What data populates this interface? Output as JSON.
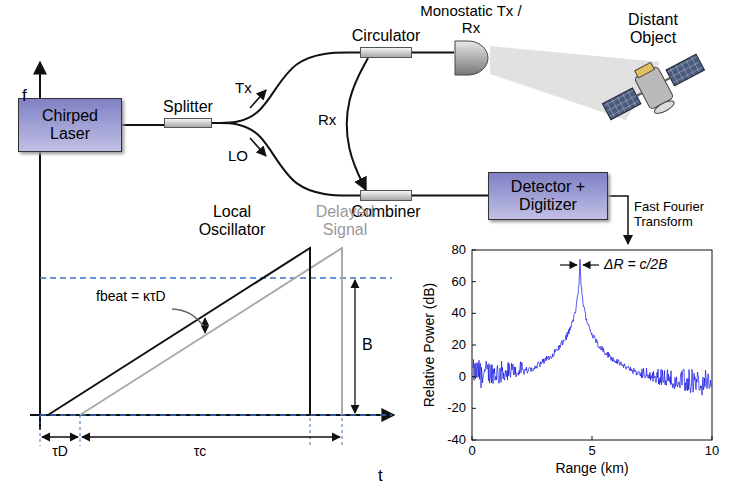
{
  "diagram": {
    "nodes": [
      {
        "text": [
          "Chirped Laser"
        ]
      },
      {
        "text": [
          "Splitter"
        ]
      },
      {
        "text": [
          "Circulator"
        ]
      },
      {
        "text": [
          "Monostatic Tx / Rx"
        ]
      },
      {
        "text": [
          "Distant Object"
        ]
      },
      {
        "text": [
          "Combiner"
        ]
      },
      {
        "text": [
          "Detector + Digitizer"
        ]
      }
    ],
    "edges": [
      {
        "from": 0,
        "to": 1,
        "arrow": "none"
      },
      {
        "from": 1,
        "to": 2,
        "label": "Tx",
        "arrow": "none"
      },
      {
        "from": 1,
        "to": 5,
        "label": "LO",
        "arrow": "none"
      },
      {
        "from": 2,
        "to": 3,
        "arrow": "none"
      },
      {
        "from": 2,
        "to": 5,
        "label": "Rx",
        "arrow": "to"
      },
      {
        "from": 5,
        "to": 6,
        "arrow": "none"
      }
    ],
    "labels": [
      "f",
      "Local Oscillator",
      "Delayed Signal",
      "fbeat = κτD",
      "B",
      "τD",
      "τc",
      "t",
      "Fast Fourier Transform",
      "ΔR = c/2B",
      "80",
      "60",
      "40",
      "20",
      "0",
      "-20",
      "-40",
      "Relative Power (dB)",
      "0",
      "5",
      "10",
      "Range (km)"
    ]
  }
}
